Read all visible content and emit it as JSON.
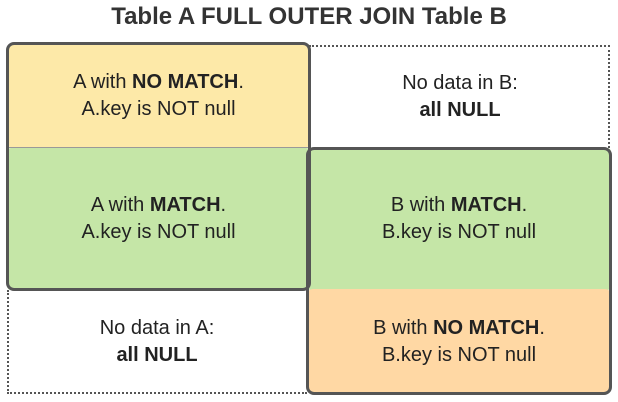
{
  "title": "Table A FULL OUTER JOIN Table B",
  "colors": {
    "a_no_match_fill": "#fde9a8",
    "match_fill": "#c5e6a7",
    "b_no_match_fill": "#ffd8a4",
    "outline": "#555555"
  },
  "cells": {
    "a_no_match": {
      "line1_prefix": "A with ",
      "line1_bold": "NO MATCH",
      "line1_suffix": ".",
      "line2": "A.key is NOT null"
    },
    "no_data_b": {
      "line1": "No data in B:",
      "line2": "all NULL"
    },
    "a_match": {
      "line1_prefix": "A with ",
      "line1_bold": "MATCH",
      "line1_suffix": ".",
      "line2": "A.key is NOT null"
    },
    "b_match": {
      "line1_prefix": "B with ",
      "line1_bold": "MATCH",
      "line1_suffix": ".",
      "line2": "B.key is NOT null"
    },
    "no_data_a": {
      "line1": "No data in A:",
      "line2": "all NULL"
    },
    "b_no_match": {
      "line1_prefix": "B with ",
      "line1_bold": "NO MATCH",
      "line1_suffix": ".",
      "line2": "B.key is NOT null"
    }
  }
}
